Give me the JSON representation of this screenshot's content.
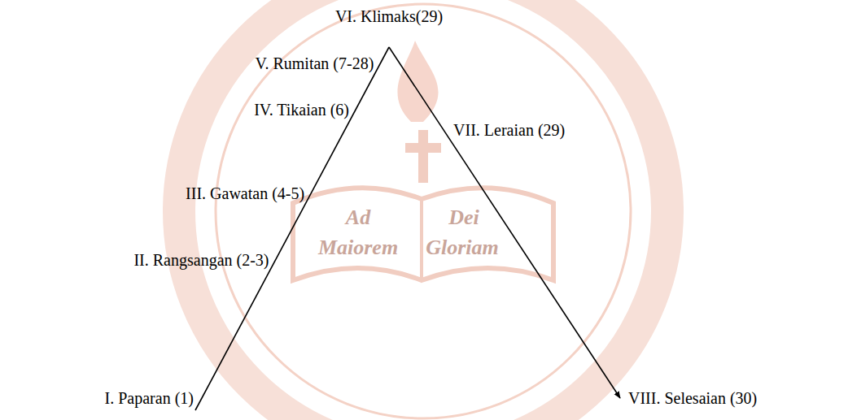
{
  "diagram": {
    "labels": [
      "VI. Klimaks(29)",
      "V. Rumitan (7-28)",
      "IV. Tikaian (6)",
      "III. Gawatan (4-5)",
      "II. Rangsangan (2-3)",
      "I. Paparan (1)",
      "VII. Leraian (29)",
      "VIII. Selesaian (30)",
      "Ad",
      "Dei",
      "Maiorem",
      "Gloriam"
    ]
  }
}
